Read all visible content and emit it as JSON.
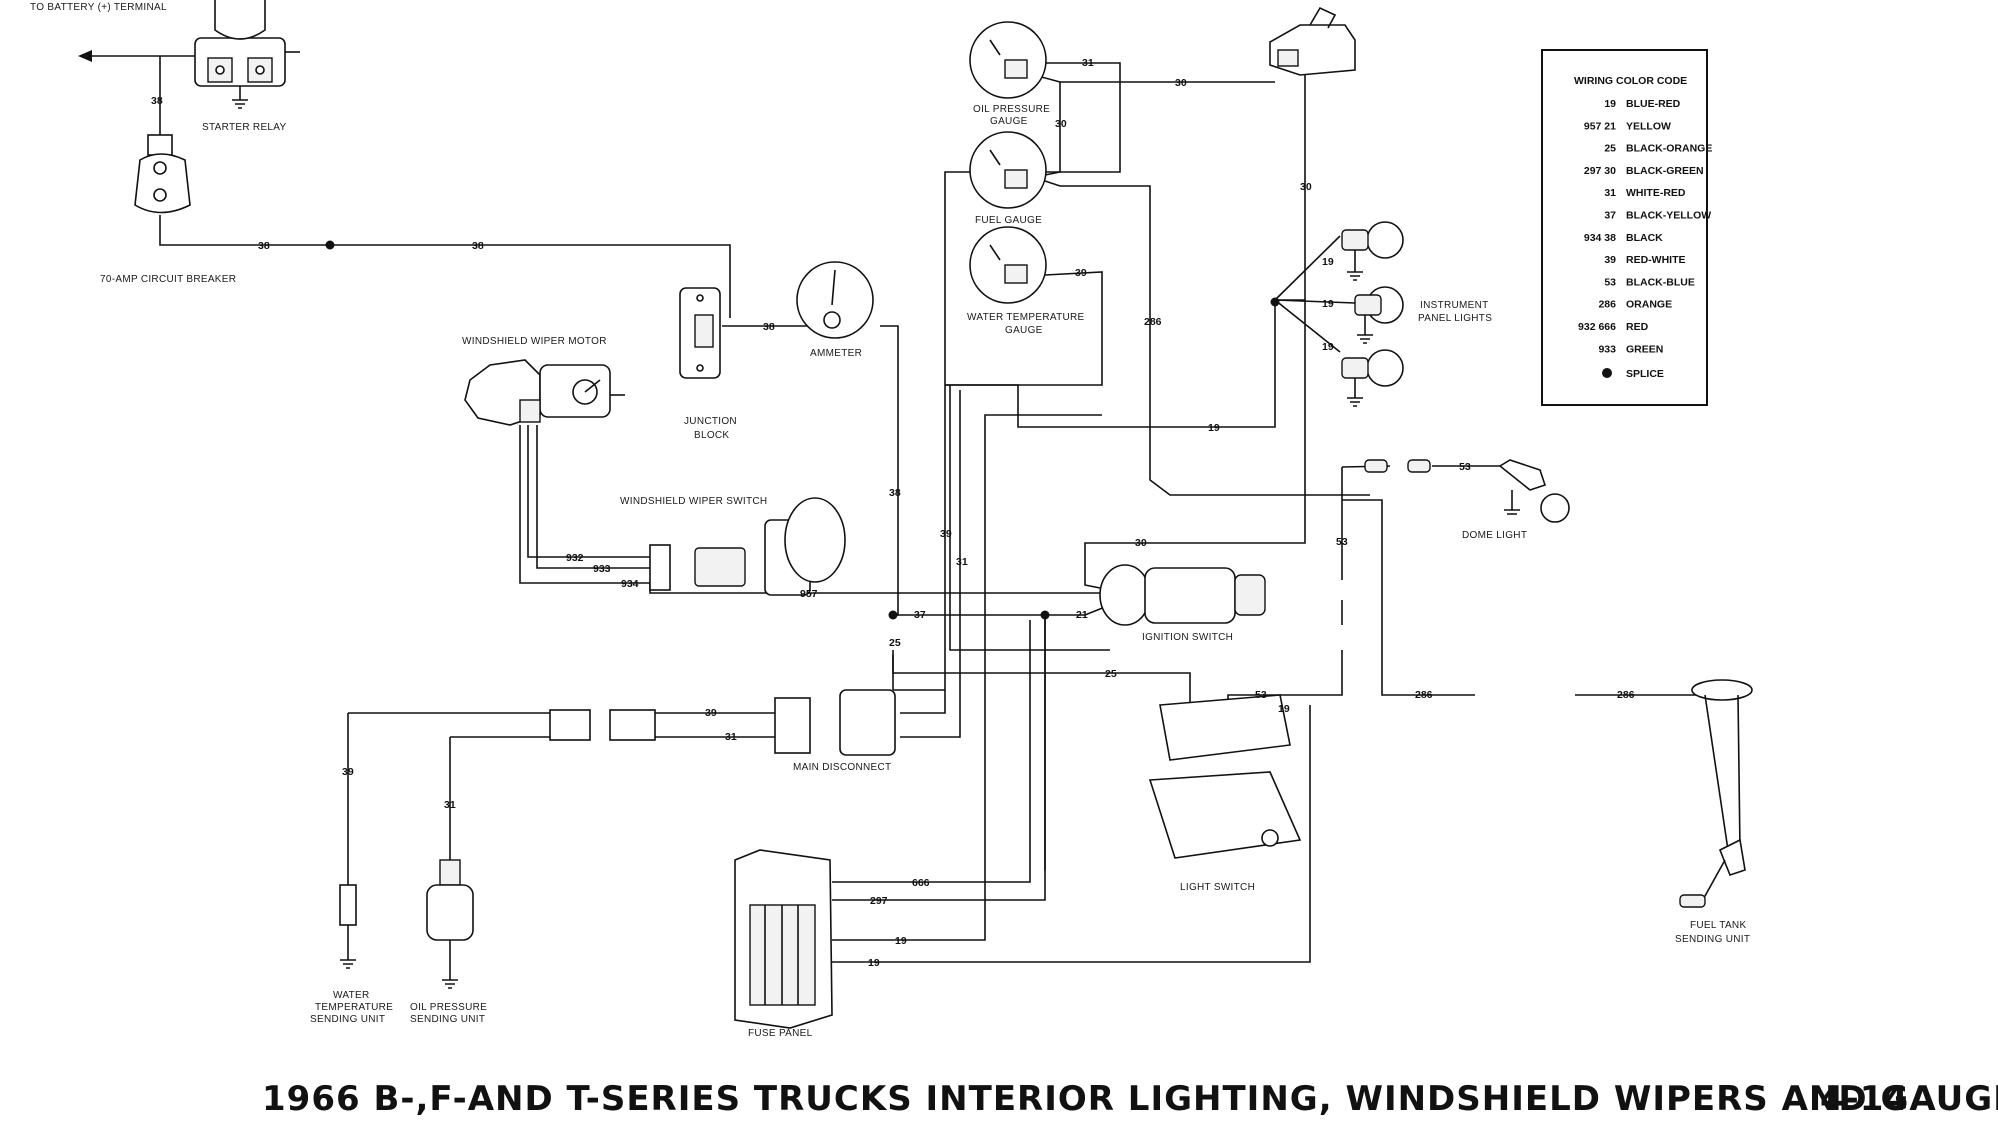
{
  "labels": {
    "battery_terminal": "TO BATTERY (+) TERMINAL",
    "starter_relay": "STARTER RELAY",
    "circuit_breaker": "70-AMP CIRCUIT BREAKER",
    "wiper_motor": "WINDSHIELD WIPER MOTOR",
    "junction_block_1": "JUNCTION",
    "junction_block_2": "BLOCK",
    "ammeter": "AMMETER",
    "oil_gauge_1": "OIL PRESSURE",
    "oil_gauge_2": "GAUGE",
    "fuel_gauge": "FUEL GAUGE",
    "water_gauge_1": "WATER TEMPERATURE",
    "water_gauge_2": "GAUGE",
    "panel_lights_1": "INSTRUMENT",
    "panel_lights_2": "PANEL LIGHTS",
    "wiper_switch": "WINDSHIELD WIPER SWITCH",
    "dome_light": "DOME LIGHT",
    "ignition_switch": "IGNITION SWITCH",
    "main_disconnect": "MAIN DISCONNECT",
    "light_switch": "LIGHT SWITCH",
    "fuel_tank_1": "FUEL TANK",
    "fuel_tank_2": "SENDING UNIT",
    "water_sender_1": "WATER",
    "water_sender_2": "TEMPERATURE",
    "water_sender_3": "SENDING UNIT",
    "oil_sender_1": "OIL PRESSURE",
    "oil_sender_2": "SENDING UNIT",
    "fuse_panel": "FUSE PANEL"
  },
  "legend": {
    "title": "WIRING  COLOR  CODE",
    "entries": [
      {
        "code": "19",
        "color": "BLUE-RED"
      },
      {
        "code": "957  21",
        "color": "YELLOW"
      },
      {
        "code": "25",
        "color": "BLACK-ORANGE"
      },
      {
        "code": "297  30",
        "color": "BLACK-GREEN"
      },
      {
        "code": "31",
        "color": "WHITE-RED"
      },
      {
        "code": "37",
        "color": "BLACK-YELLOW"
      },
      {
        "code": "934  38",
        "color": "BLACK"
      },
      {
        "code": "39",
        "color": "RED-WHITE"
      },
      {
        "code": "53",
        "color": "BLACK-BLUE"
      },
      {
        "code": "286",
        "color": "ORANGE"
      },
      {
        "code": "932  666",
        "color": "RED"
      },
      {
        "code": "933",
        "color": "GREEN"
      }
    ],
    "splice_label": "SPLICE"
  },
  "wire_numbers": {
    "w38_relay": "38",
    "w38_a": "38",
    "w38_b": "38",
    "w38_c": "38",
    "w38_vert": "38",
    "w31_top": "31",
    "w30_oil": "30",
    "w30_top": "30",
    "w30_right": "30",
    "w39_water": "39",
    "w286_vert": "286",
    "w19_top": "19",
    "w19_mid": "19",
    "w19_bot": "19",
    "w19_horiz": "19",
    "w53_dome": "53",
    "w53_vert": "53",
    "w30_ign": "30",
    "w932": "932",
    "w933": "933",
    "w934": "934",
    "w957": "957",
    "w39_vert": "39",
    "w31_vert": "31",
    "w37": "37",
    "w21": "21",
    "w25_vert": "25",
    "w25_horiz": "25",
    "w53_light": "53",
    "w19_light": "19",
    "w286_left": "286",
    "w286_right": "286",
    "w39_disc": "39",
    "w31_disc": "31",
    "w39_water_vert": "39",
    "w31_oil_vert": "31",
    "w666": "666",
    "w297": "297",
    "w19_fuse_a": "19",
    "w19_fuse_b": "19"
  },
  "title": {
    "text": "1966 B-,F-AND T-SERIES TRUCKS INTERIOR LIGHTING, WINDSHIELD WIPERS AND GAUGES",
    "page": "4-14"
  }
}
